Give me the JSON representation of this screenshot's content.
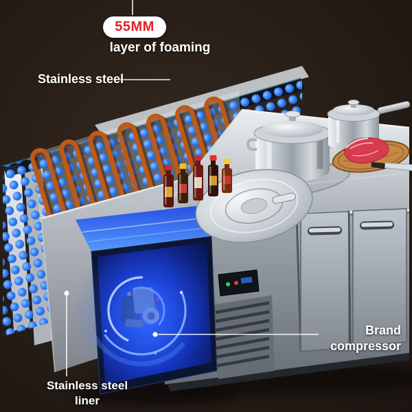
{
  "scene": {
    "callouts": {
      "foam_badge": "55MM",
      "foam_label": "layer of foaming",
      "stainless_steel": "Stainless steel",
      "brand_compressor": "Brand compressor",
      "liner": "Stainless steel liner"
    },
    "colors": {
      "background": "#261d17",
      "badge_text_red": "#e02427",
      "badge_bg": "#ffffff",
      "label_text": "#ffffff",
      "foam_dot_blue": "#2e7cf6",
      "coil_orange": "#bf5a16",
      "compressor_glow_blue": "#2e6bff",
      "steel_light": "#e9edf0",
      "steel_dark": "#6f767d"
    }
  }
}
